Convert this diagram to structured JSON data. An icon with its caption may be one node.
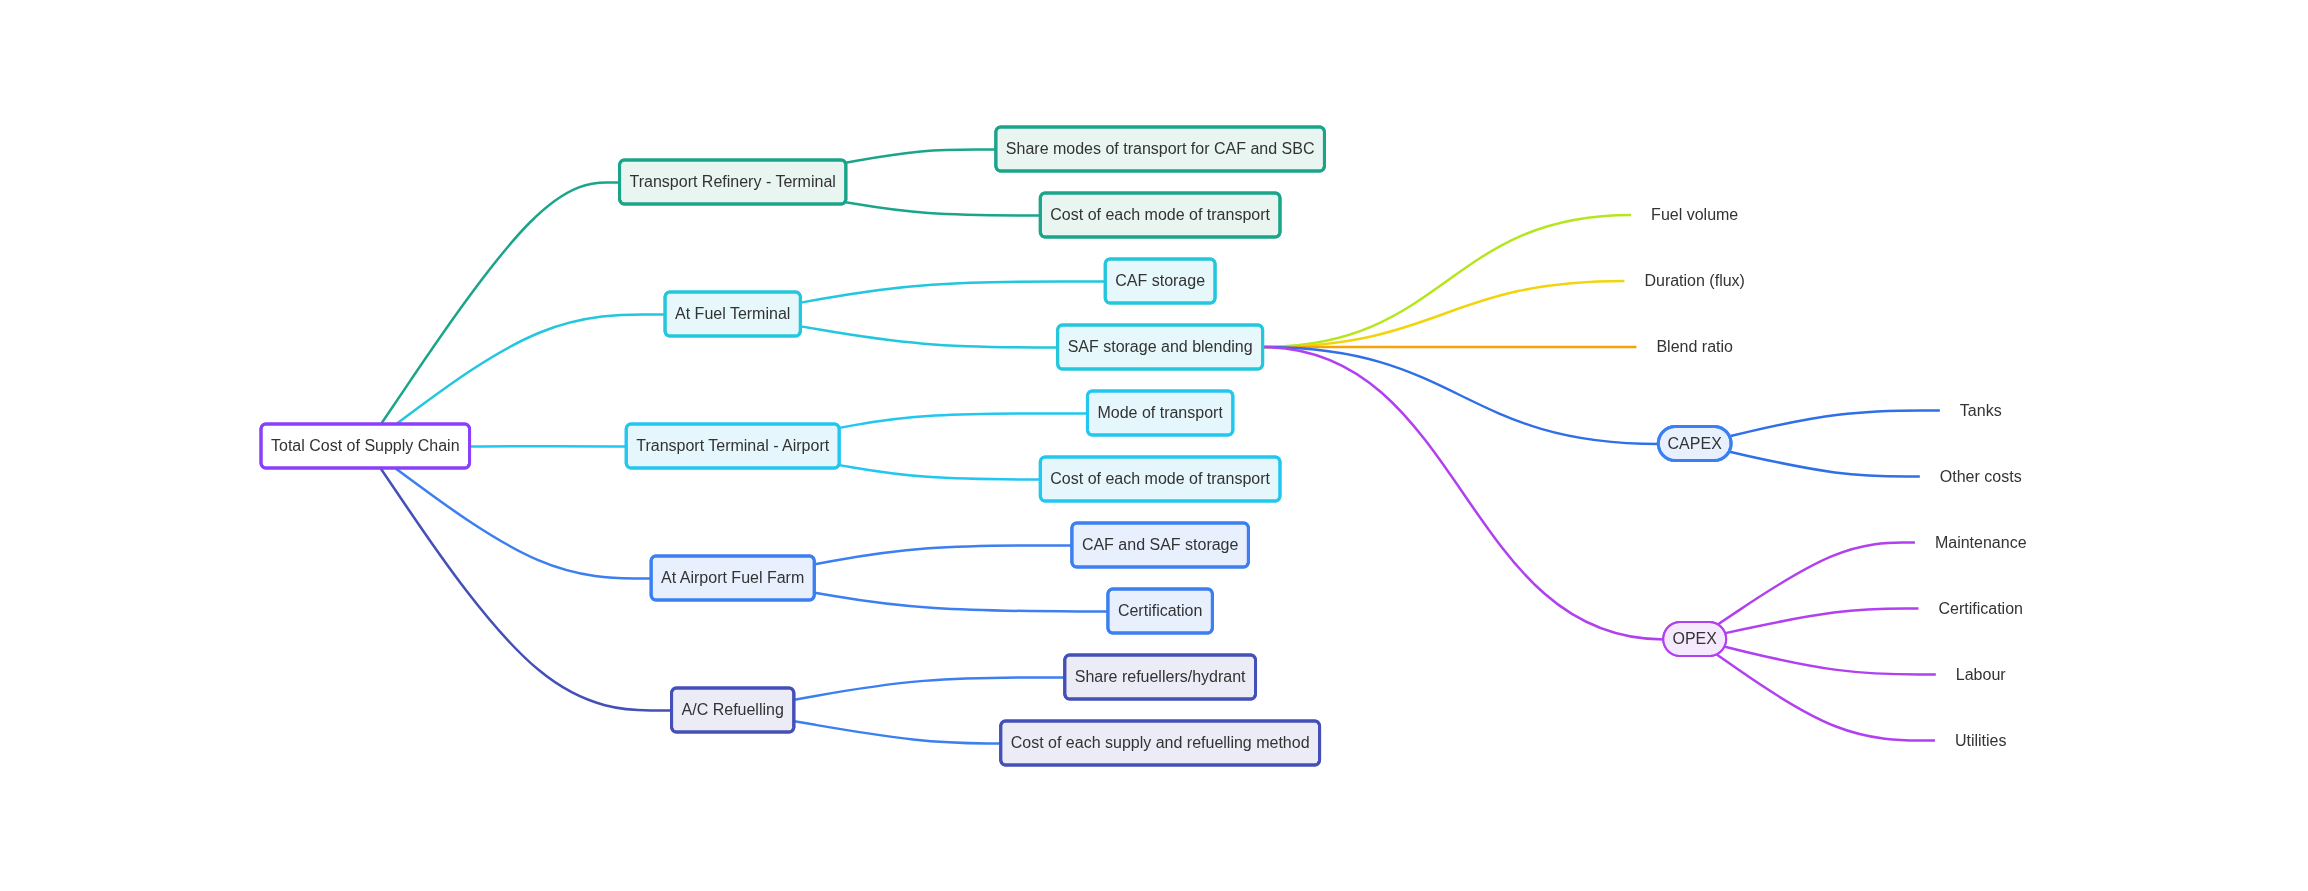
{
  "diagram": {
    "nodes": [
      {
        "text": [
          "Total Cost of Supply Chain"
        ]
      },
      {
        "text": [
          "Transport Refinery - Terminal"
        ]
      },
      {
        "text": [
          "Share modes of transport for CAF and SBC"
        ]
      },
      {
        "text": [
          "Cost of each mode of transport"
        ]
      },
      {
        "text": [
          "At Fuel Terminal"
        ]
      },
      {
        "text": [
          "CAF storage"
        ]
      },
      {
        "text": [
          "SAF storage and blending"
        ]
      },
      {
        "text": [
          "Fuel volume"
        ]
      },
      {
        "text": [
          "Duration (flux)"
        ]
      },
      {
        "text": [
          "Blend ratio"
        ]
      },
      {
        "text": [
          "CAPEX"
        ]
      },
      {
        "text": [
          "Tanks"
        ]
      },
      {
        "text": [
          "Other costs"
        ]
      },
      {
        "text": [
          "OPEX"
        ]
      },
      {
        "text": [
          "Maintenance"
        ]
      },
      {
        "text": [
          "Certification"
        ]
      },
      {
        "text": [
          "Labour"
        ]
      },
      {
        "text": [
          "Utilities"
        ]
      },
      {
        "text": [
          "Transport Terminal - Airport"
        ]
      },
      {
        "text": [
          "Mode of transport"
        ]
      },
      {
        "text": [
          "Cost of each mode of transport"
        ]
      },
      {
        "text": [
          "At Airport Fuel Farm"
        ]
      },
      {
        "text": [
          "CAF and SAF storage"
        ]
      },
      {
        "text": [
          "Certification"
        ]
      },
      {
        "text": [
          "A/C Refuelling"
        ]
      },
      {
        "text": [
          "Share refuellers/hydrant"
        ]
      },
      {
        "text": [
          "Cost of each supply and refuelling method"
        ]
      }
    ],
    "edges": [
      {
        "from": 0,
        "to": 1,
        "arrow": "none",
        "color": "#1aa58a"
      },
      {
        "from": 1,
        "to": 2,
        "arrow": "none",
        "color": "#1aa58a"
      },
      {
        "from": 1,
        "to": 3,
        "arrow": "none",
        "color": "#1aa58a"
      },
      {
        "from": 0,
        "to": 4,
        "arrow": "none",
        "color": "#22c7dd"
      },
      {
        "from": 4,
        "to": 5,
        "arrow": "none",
        "color": "#22c7dd"
      },
      {
        "from": 4,
        "to": 6,
        "arrow": "none",
        "color": "#22c7dd"
      },
      {
        "from": 6,
        "to": 7,
        "arrow": "none",
        "color": "#b5e61d"
      },
      {
        "from": 6,
        "to": 8,
        "arrow": "none",
        "color": "#f2d40c"
      },
      {
        "from": 6,
        "to": 9,
        "arrow": "none",
        "color": "#f5a30a"
      },
      {
        "from": 6,
        "to": 10,
        "arrow": "none",
        "color": "#2f6fe8"
      },
      {
        "from": 10,
        "to": 11,
        "arrow": "none",
        "color": "#2f6fe8"
      },
      {
        "from": 10,
        "to": 12,
        "arrow": "none",
        "color": "#2f6fe8"
      },
      {
        "from": 6,
        "to": 13,
        "arrow": "none",
        "color": "#b040f0"
      },
      {
        "from": 13,
        "to": 14,
        "arrow": "none",
        "color": "#b040f0"
      },
      {
        "from": 13,
        "to": 15,
        "arrow": "none",
        "color": "#b040f0"
      },
      {
        "from": 13,
        "to": 16,
        "arrow": "none",
        "color": "#b040f0"
      },
      {
        "from": 13,
        "to": 17,
        "arrow": "none",
        "color": "#b040f0"
      },
      {
        "from": 0,
        "to": 18,
        "arrow": "none",
        "color": "#22c7f0"
      },
      {
        "from": 18,
        "to": 19,
        "arrow": "none",
        "color": "#22c7f0"
      },
      {
        "from": 18,
        "to": 20,
        "arrow": "none",
        "color": "#22c7f0"
      },
      {
        "from": 0,
        "to": 21,
        "arrow": "none",
        "color": "#3b7ff0"
      },
      {
        "from": 21,
        "to": 22,
        "arrow": "none",
        "color": "#3b7ff0"
      },
      {
        "from": 21,
        "to": 23,
        "arrow": "none",
        "color": "#3b7ff0"
      },
      {
        "from": 0,
        "to": 24,
        "arrow": "none",
        "color": "#4450b8"
      },
      {
        "from": 24,
        "to": 25,
        "arrow": "none",
        "color": "#3b7ff0"
      },
      {
        "from": 24,
        "to": 26,
        "arrow": "none",
        "color": "#3b7ff0"
      }
    ]
  }
}
